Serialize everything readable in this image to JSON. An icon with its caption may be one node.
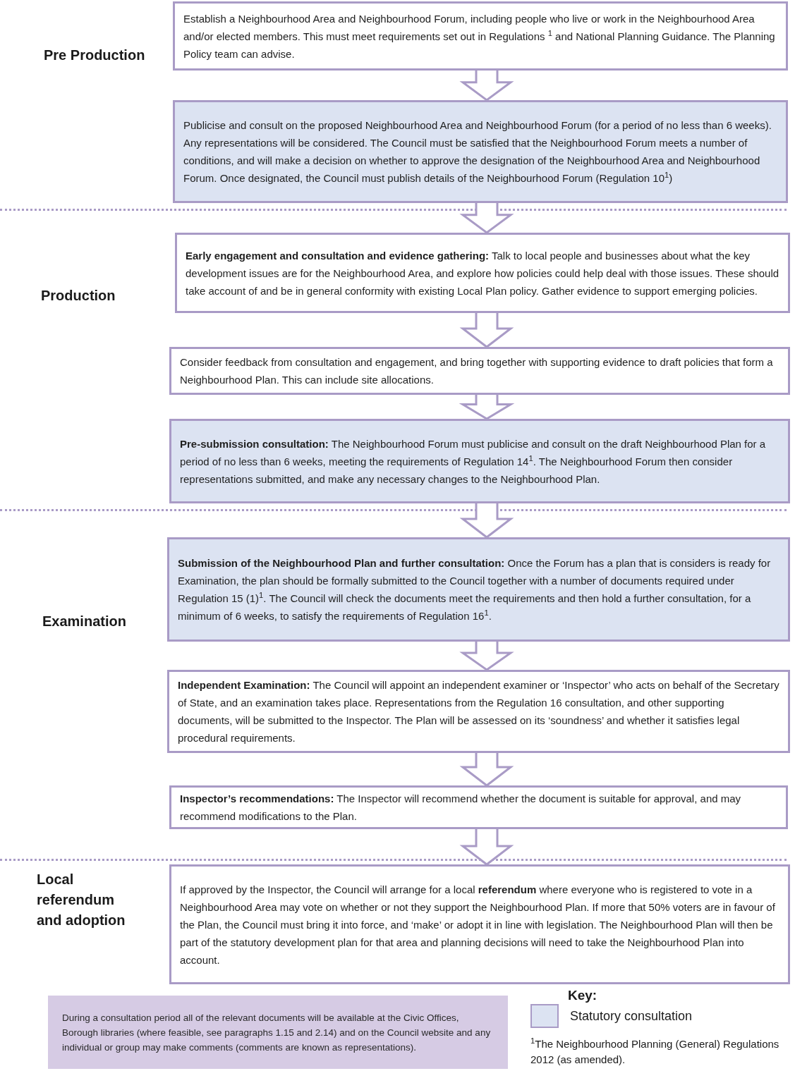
{
  "diagram": {
    "nodes": [
      {
        "text": [
          "Establish a Neighbourhood Area and Neighbourhood Forum, including people who live or work in the Neighbourhood Area and/or elected members. This must meet requirements set out in Regulations $^{1}$ and National Planning Guidance. The Planning Policy team can advise."
        ]
      },
      {
        "text": [
          "Publicise and consult on the proposed Neighbourhood Area and Neighbourhood Forum (for a period of no less than 6 weeks). Any representations will be considered. The Council must be satisfied that the Neighbourhood Forum meets a number of conditions, and will make a decision on whether to approve the designation of the Neighbourhood Area and Neighbourhood Forum. Once designated, the Council must publish details of the Neighbourhood Forum (Regulation 10$^{1}$)"
        ]
      },
      {
        "text": [
          "**Early engagement and consultation and evidence gathering:** Talk to local people and businesses about what the key development issues are for the Neighbourhood Area, and explore how policies could help deal with those issues. These should take account of and be in general conformity with existing Local Plan policy. Gather evidence to support emerging policies."
        ]
      },
      {
        "text": [
          "Consider feedback from consultation and engagement, and bring together with supporting evidence to draft policies that form a Neighbourhood Plan. This can include site allocations."
        ]
      },
      {
        "text": [
          "**Pre-submission consultation:** The Neighbourhood Forum must publicise and consult on the draft Neighbourhood Plan for a period of no less than 6 weeks, meeting the requirements of Regulation 14$^{1}$. The Neighbourhood Forum then consider representations submitted, and make any necessary changes to the Neighbourhood Plan."
        ]
      },
      {
        "text": [
          "**Submission of the Neighbourhood Plan and further consultation:** Once the Forum has a plan that is considers is ready for Examination, the plan should be formally submitted to the Council together with a number of documents required under Regulation 15 (1)$^{1}$. The Council will check the documents meet the requirements and then hold a further consultation, for a minimum of 6 weeks, to satisfy the requirements of Regulation 16$^{1}$."
        ]
      },
      {
        "text": [
          "**Independent Examination:** The Council will appoint an independent examiner or ‘Inspector’ who acts on behalf of the Secretary of State, and an examination takes place. Representations from the Regulation 16 consultation, and other supporting documents, will be submitted to the Inspector. The Plan will be assessed on its ‘soundness’ and whether it satisfies legal procedural requirements."
        ]
      },
      {
        "text": [
          "**Inspector’s recommendations:** The Inspector will recommend whether the document is suitable for approval, and may recommend modifications to the Plan."
        ]
      },
      {
        "text": [
          "If approved by the Inspector, the Council will arrange for a local **referendum** where everyone who is registered to vote in a Neighbourhood Area may vote on whether or not they support the Neighbourhood Plan. If more that 50% voters are in favour of the Plan, the Council must bring it into force, and ‘make’ or adopt it in line with legislation. The Neighbourhood Plan will then be part of the statutory development plan for that area and planning decisions will need to take the Neighbourhood Plan into account."
        ]
      },
      {
        "text": [
          "During a consultation period all of the relevant documents will be available at the Civic Offices, Borough libraries (where feasible, see paragraphs 1.15 and 2.14) and on the Council website and any individual or group may make comments (comments are known as representations)."
        ]
      }
    ],
    "edges": [
      {
        "from": 0,
        "to": 1,
        "arrow": "to"
      },
      {
        "from": 1,
        "to": 2,
        "arrow": "to"
      },
      {
        "from": 2,
        "to": 3,
        "arrow": "to"
      },
      {
        "from": 3,
        "to": 4,
        "arrow": "to"
      },
      {
        "from": 4,
        "to": 5,
        "arrow": "to"
      },
      {
        "from": 5,
        "to": 6,
        "arrow": "to"
      },
      {
        "from": 6,
        "to": 7,
        "arrow": "to"
      },
      {
        "from": 7,
        "to": 8,
        "arrow": "to"
      }
    ],
    "labels": [
      "Pre Production",
      "Production",
      "Examination",
      "Local referendum and adoption",
      "Key:",
      "$^{1}$The Neighbourhood Planning (General) Regulations 2012 (as amended)."
    ],
    "legend": [
      {
        "text": "Statutory consultation",
        "color": "#dce3f2"
      }
    ]
  }
}
